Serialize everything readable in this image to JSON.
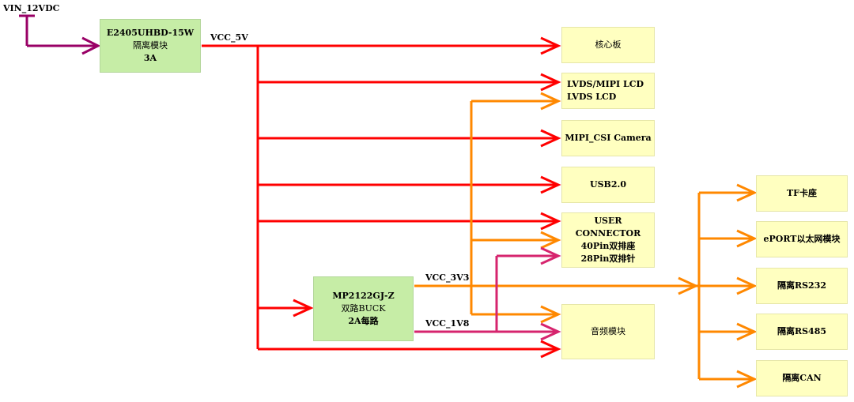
{
  "nets": {
    "vin": "VIN_12VDC",
    "vcc5": "VCC_5V",
    "vcc3v3": "VCC_3V3",
    "vcc1v8": "VCC_1V8"
  },
  "isolation_module": {
    "line1": "E2405UHBD-15W",
    "line2": "隔离模块",
    "line3": "3A"
  },
  "buck": {
    "line1": "MP2122GJ-Z",
    "line2": "双路BUCK",
    "line3": "2A每路"
  },
  "loads": {
    "core_board": "核心板",
    "lcd_line1": "LVDS/MIPI LCD",
    "lcd_line2": "LVDS LCD",
    "camera": "MIPI_CSI Camera",
    "usb": "USB2.0",
    "user_line1": "USER CONNECTOR",
    "user_line2": "40Pin双排座",
    "user_line3": "28Pin双排针",
    "audio": "音频模块"
  },
  "peripherals": {
    "tf": "TF卡座",
    "eport": "ePORT以太网模块",
    "rs232": "隔离RS232",
    "rs485": "隔离RS485",
    "can": "隔离CAN"
  },
  "colors": {
    "vin_line": "#990066",
    "vcc5_line": "#ff0000",
    "vcc3v3_line": "#ff8800",
    "vcc1v8_line": "#d6246e",
    "converter_fill": "#c6eda6",
    "load_fill": "#ffffc0"
  }
}
